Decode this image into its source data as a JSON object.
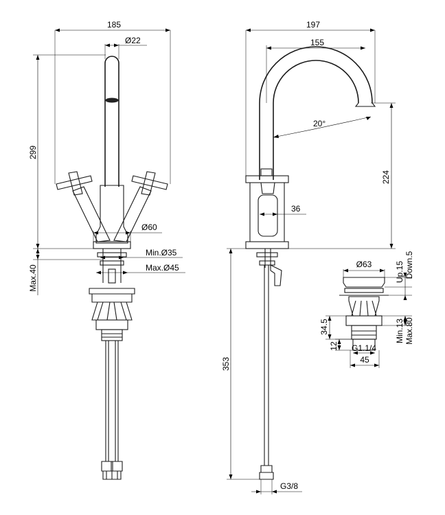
{
  "front_view": {
    "width": "185",
    "spout_diameter": "Ø22",
    "height": "299",
    "base_diameter": "Ø60",
    "min_hole": "Min.Ø35",
    "max_hole": "Max.Ø45",
    "max_deck": "Max.40"
  },
  "side_view": {
    "reach": "197",
    "spout_reach": "155",
    "angle": "20°",
    "spout_height": "224",
    "body_width": "36",
    "hose_length": "353",
    "thread": "G3/8"
  },
  "waste_view": {
    "plug_diameter": "Ø63",
    "up": "Up.15",
    "down": "Down.5",
    "body_height": "34.5",
    "thread_height": "12",
    "thread": "G1.1/4",
    "width": "45",
    "min_thickness": "Min.13",
    "max_thickness": "Max.80"
  }
}
